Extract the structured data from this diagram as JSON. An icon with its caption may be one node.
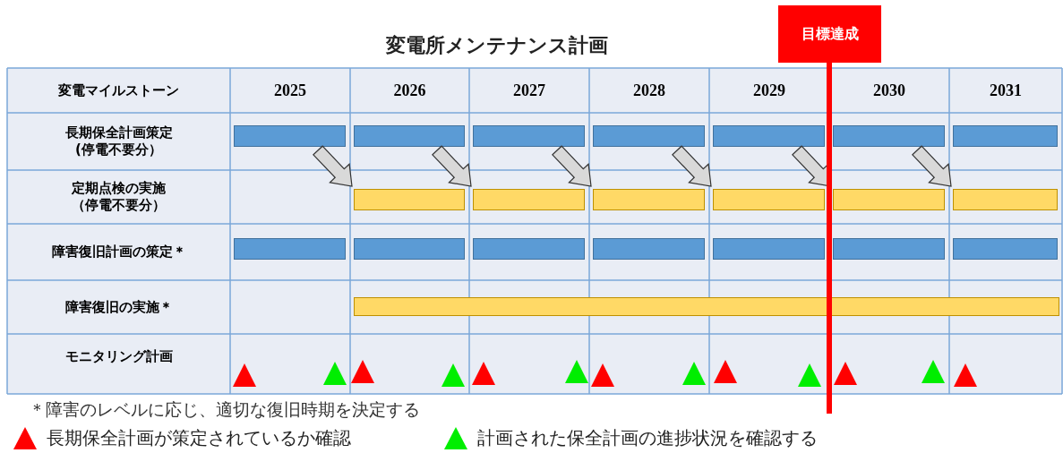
{
  "diagram": {
    "title": "変電所メンテナンス計画",
    "nodes": [
      {
        "text": [
          "目標達成"
        ]
      },
      {
        "text": [],
        "shape": "bar"
      },
      {
        "text": [],
        "shape": "bar"
      },
      {
        "text": [],
        "shape": "bar"
      },
      {
        "text": [],
        "shape": "bar"
      },
      {
        "text": [],
        "shape": "bar"
      },
      {
        "text": [],
        "shape": "bar"
      },
      {
        "text": [],
        "shape": "bar"
      },
      {
        "text": [],
        "shape": "bar"
      },
      {
        "text": [],
        "shape": "bar"
      },
      {
        "text": [],
        "shape": "bar"
      },
      {
        "text": [],
        "shape": "bar"
      },
      {
        "text": [],
        "shape": "bar"
      },
      {
        "text": [],
        "shape": "bar"
      },
      {
        "text": [],
        "shape": "bar"
      },
      {
        "text": [],
        "shape": "bar"
      },
      {
        "text": [],
        "shape": "bar"
      },
      {
        "text": [],
        "shape": "bar"
      },
      {
        "text": [],
        "shape": "bar"
      },
      {
        "text": [],
        "shape": "bar"
      },
      {
        "text": [],
        "shape": "bar"
      },
      {
        "text": [],
        "shape": "bar"
      }
    ],
    "edges": [
      {
        "from": 1,
        "to": 8,
        "arrow": "to"
      },
      {
        "from": 2,
        "to": 9,
        "arrow": "to"
      },
      {
        "from": 3,
        "to": 10,
        "arrow": "to"
      },
      {
        "from": 4,
        "to": 11,
        "arrow": "to"
      },
      {
        "from": 5,
        "to": 12,
        "arrow": "to"
      },
      {
        "from": 6,
        "to": 13,
        "arrow": "to"
      }
    ],
    "labels": [
      "変電マイルストーン",
      "2025",
      "2026",
      "2027",
      "2028",
      "2029",
      "2030",
      "2031",
      "長期保全計画策定(停電不要分）",
      "定期点検の実施（停電不要分）",
      "障害復旧計画の策定＊",
      "障害復旧の実施＊",
      "モニタリング計画",
      "＊障害のレベルに応じ、適切な復旧時期を決定する"
    ],
    "legend": [
      {
        "text": "長期保全計画が策定されているか確認"
      },
      {
        "text": "計画された保全計画の進捗状況を確認する"
      }
    ]
  }
}
